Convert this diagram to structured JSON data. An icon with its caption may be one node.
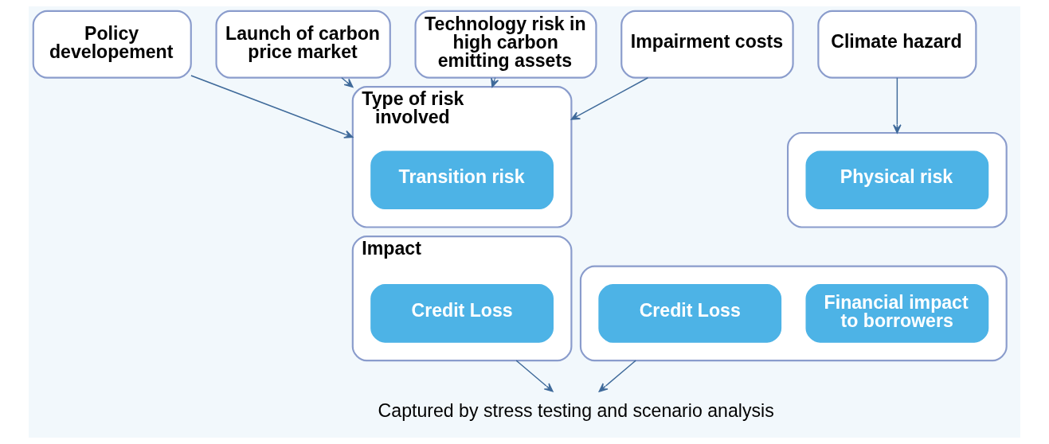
{
  "diagram": {
    "nodes": [
      {
        "text": [
          "Policy developement"
        ]
      },
      {
        "text": [
          "Launch of carbon price market"
        ]
      },
      {
        "text": [
          "Technology risk in high carbon emitting assets"
        ]
      },
      {
        "text": [
          "Impairment costs"
        ]
      },
      {
        "text": [
          "Climate hazard"
        ]
      },
      {
        "text": [
          "Type of risk involved"
        ]
      },
      {
        "text": [
          "Transition risk"
        ],
        "in": 5
      },
      {
        "text": [],
        "shape": "box"
      },
      {
        "text": [
          "Physical risk"
        ],
        "in": 7
      },
      {
        "text": [
          "Impact"
        ]
      },
      {
        "text": [
          "Credit Loss"
        ],
        "in": 9
      },
      {
        "text": [],
        "shape": "box"
      },
      {
        "text": [
          "Credit Loss"
        ],
        "in": 11
      },
      {
        "text": [
          "Financial impact to borrowers"
        ],
        "in": 11
      },
      {
        "text": [
          "Captured by stress testing and scenario analysis"
        ]
      }
    ],
    "edges": [
      {
        "from": 0,
        "to": 5,
        "arrow": "to"
      },
      {
        "from": 1,
        "to": 5,
        "arrow": "to"
      },
      {
        "from": 2,
        "to": 5,
        "arrow": "to"
      },
      {
        "from": 3,
        "to": 5,
        "arrow": "to"
      },
      {
        "from": 4,
        "to": 7,
        "arrow": "to"
      },
      {
        "from": 9,
        "to": 14,
        "arrow": "to"
      },
      {
        "from": 11,
        "to": 14,
        "arrow": "to"
      }
    ]
  }
}
